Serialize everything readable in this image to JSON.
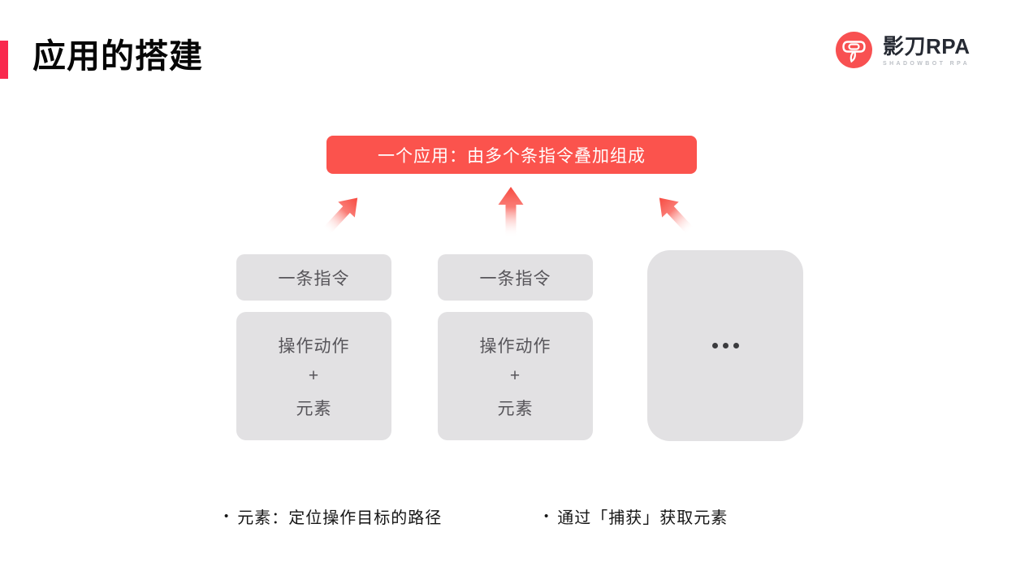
{
  "page": {
    "title": "应用的搭建"
  },
  "logo": {
    "name": "影刀RPA",
    "subtitle": "SHADOWBOT RPA",
    "icon": "shadowbot-logo-icon"
  },
  "diagram": {
    "banner": {
      "label": "一个应用：由多个条指令叠加组成"
    },
    "arrows": [
      "up-right-arrow",
      "up-arrow",
      "up-left-arrow"
    ],
    "columns": [
      {
        "instruction": "一条指令",
        "parts": [
          "操作动作",
          "+",
          "元素"
        ]
      },
      {
        "instruction": "一条指令",
        "parts": [
          "操作动作",
          "+",
          "元素"
        ]
      },
      {
        "ellipsis": "dots-placeholder"
      }
    ]
  },
  "notes": [
    {
      "bullet": "•",
      "text": "元素：定位操作目标的路径"
    },
    {
      "bullet": "•",
      "text": "通过「捕获」获取元素"
    }
  ],
  "colors": {
    "accent_bar": "#F9294E",
    "banner_bg": "#FB534D",
    "banner_text": "#FFFFFF",
    "box_bg": "#E2E1E3",
    "box_text": "#57555A",
    "arrow_red": "#F7493F",
    "logo_red": "#F85051",
    "logo_text": "#262A33",
    "logo_subtext": "#BCC0C6"
  }
}
